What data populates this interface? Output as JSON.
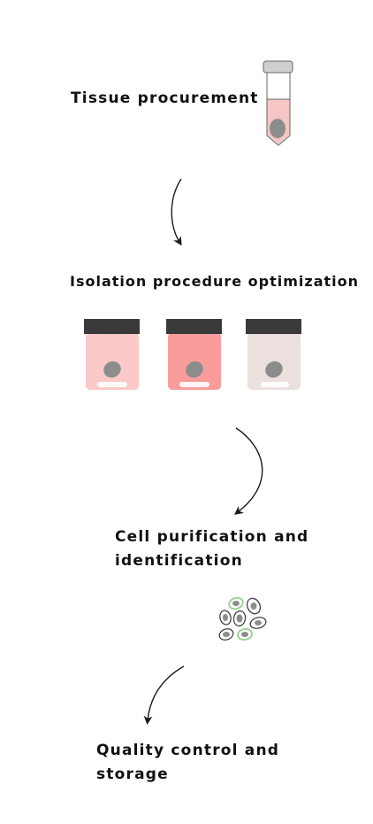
{
  "steps": [
    {
      "lines": [
        "Tissue procurement"
      ]
    },
    {
      "lines": [
        "Isolation procedure optimization"
      ]
    },
    {
      "lines": [
        "Cell purification and",
        "identification"
      ]
    },
    {
      "lines": [
        "Quality control and",
        "storage"
      ]
    }
  ],
  "colors": {
    "text": "#111111",
    "arrow": "#1a1a1a",
    "tube_fluid": "#f6c6c6",
    "tissue": "#8c8c8c",
    "jar_cap": "#3a3a3a",
    "jar_1": "#fcc9c9",
    "jar_2": "#fb9c9c",
    "jar_3": "#ece0df",
    "cell_outline": "#444444",
    "cell_highlight": "#9ed49a"
  },
  "icons": [
    "test-tube-icon",
    "sample-jar-icon",
    "cell-cluster-icon",
    "curved-arrow-icon"
  ]
}
